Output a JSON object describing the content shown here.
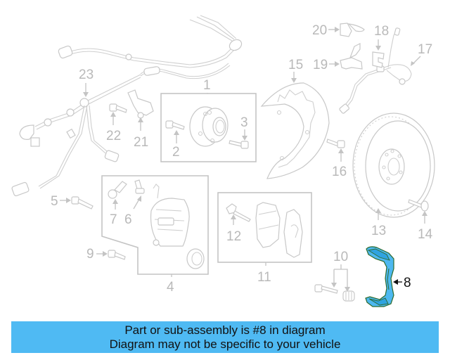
{
  "diagram": {
    "callouts": [
      {
        "id": "1",
        "label": "1"
      },
      {
        "id": "2",
        "label": "2"
      },
      {
        "id": "3",
        "label": "3"
      },
      {
        "id": "4",
        "label": "4"
      },
      {
        "id": "5",
        "label": "5"
      },
      {
        "id": "6",
        "label": "6"
      },
      {
        "id": "7",
        "label": "7"
      },
      {
        "id": "8",
        "label": "8",
        "highlighted": true
      },
      {
        "id": "9",
        "label": "9"
      },
      {
        "id": "10",
        "label": "10"
      },
      {
        "id": "11",
        "label": "11"
      },
      {
        "id": "12",
        "label": "12"
      },
      {
        "id": "13",
        "label": "13"
      },
      {
        "id": "14",
        "label": "14"
      },
      {
        "id": "15",
        "label": "15"
      },
      {
        "id": "16",
        "label": "16"
      },
      {
        "id": "17",
        "label": "17"
      },
      {
        "id": "18",
        "label": "18"
      },
      {
        "id": "19",
        "label": "19"
      },
      {
        "id": "20",
        "label": "20"
      },
      {
        "id": "21",
        "label": "21"
      },
      {
        "id": "22",
        "label": "22"
      },
      {
        "id": "23",
        "label": "23"
      }
    ],
    "highlight_color": "#4fbaf3",
    "line_color": "#c4c4c4"
  },
  "banner": {
    "line1": "Part or sub-assembly is #8 in diagram",
    "line2": "Diagram may not be specific to your vehicle",
    "background": "#4fbaf3"
  }
}
